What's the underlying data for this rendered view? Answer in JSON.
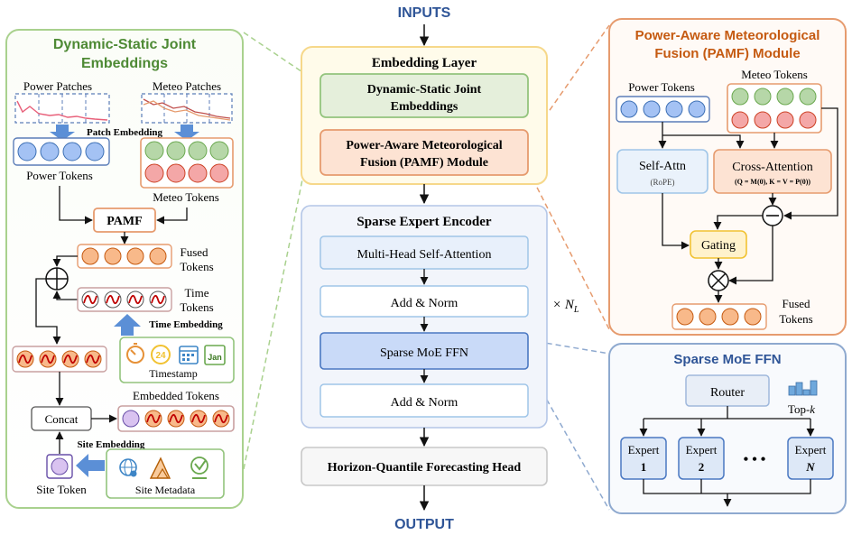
{
  "header": {
    "inputs": "INPUTS",
    "output": "OUTPUT"
  },
  "left": {
    "title_line1": "Dynamic-Static Joint",
    "title_line2": "Embeddings",
    "power_patches": "Power Patches",
    "meteo_patches": "Meteo Patches",
    "patch_embedding": "Patch Embedding",
    "power_tokens": "Power Tokens",
    "meteo_tokens": "Meteo Tokens",
    "pamf": "PAMF",
    "fused_line1": "Fused",
    "fused_line2": "Tokens",
    "time_line1": "Time",
    "time_line2": "Tokens",
    "time_embedding": "Time Embedding",
    "timestamp": "Timestamp",
    "calendar_day": "24",
    "calendar_month": "Jan",
    "embedded_tokens": "Embedded Tokens",
    "concat": "Concat",
    "site_embedding": "Site Embedding",
    "site_token": "Site Token",
    "site_metadata": "Site Metadata"
  },
  "center": {
    "embedding_layer": "Embedding Layer",
    "dsje_line1": "Dynamic-Static Joint",
    "dsje_line2": "Embeddings",
    "pamf_line1": "Power-Aware Meteorological",
    "pamf_line2": "Fusion (PAMF) Module",
    "sparse_encoder": "Sparse Expert Encoder",
    "mhsa": "Multi-Head Self-Attention",
    "add_norm": "Add & Norm",
    "sparse_moe": "Sparse MoE FFN",
    "times": "× N",
    "times_sub": "L",
    "forecast_head": "Horizon-Quantile Forecasting Head"
  },
  "right_top": {
    "title_line1": "Power-Aware Meteorological",
    "title_line2": "Fusion (PAMF) Module",
    "power_tokens": "Power Tokens",
    "meteo_tokens": "Meteo Tokens",
    "self_attn": "Self-Attn",
    "rope": "(RoPE)",
    "cross_attn": "Cross-Attention",
    "cross_eq": "(Q = M(0), K = V = P(0))",
    "gating": "Gating",
    "fused_line1": "Fused",
    "fused_line2": "Tokens"
  },
  "right_bottom": {
    "title": "Sparse MoE FFN",
    "router": "Router",
    "topk": "Top-k",
    "expert": "Expert",
    "experts": [
      "1",
      "2",
      "N"
    ],
    "dots": "• • •"
  },
  "colors": {
    "green_border": "#93c47d",
    "green_title": "#4e8a35",
    "orange_border": "#e69b6e",
    "orange_title": "#c55a11",
    "blue_border": "#8ea9cf",
    "blue_title": "#2f5597",
    "token_blue": "#a4c2f4",
    "token_green": "#b6d7a8",
    "token_pink": "#f4a7a7",
    "token_orange": "#f8b98a",
    "token_purple": "#d9c3f0",
    "wave": "#c00000"
  }
}
